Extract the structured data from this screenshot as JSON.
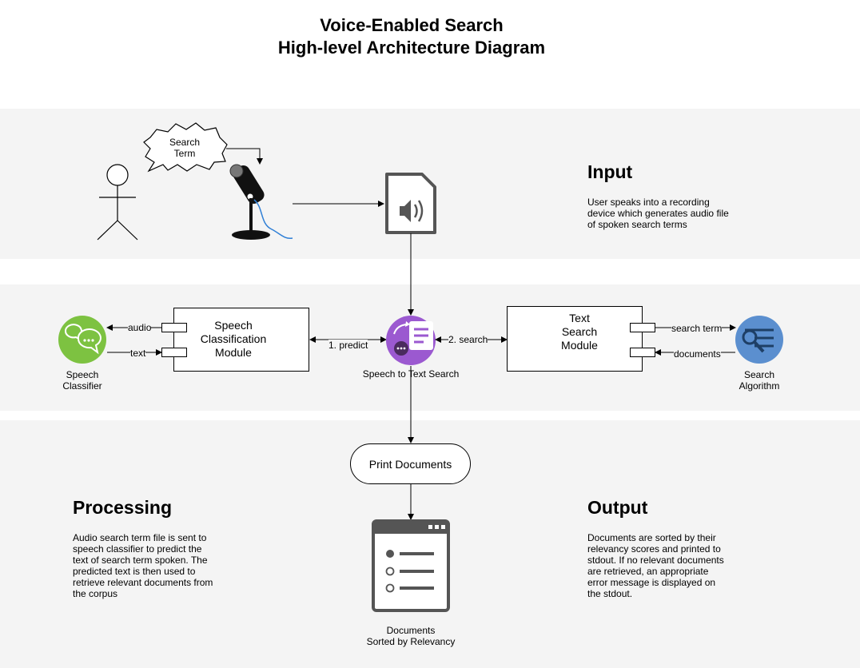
{
  "header": {
    "title_line1": "Voice-Enabled Search",
    "title_line2": "High-level Architecture Diagram"
  },
  "input": {
    "heading": "Input",
    "description": "User speaks into a recording\ndevice which generates audio file\nof spoken search terms",
    "bubble_text": "Search\nTerm"
  },
  "nodes": {
    "speech_classifier_label": "Speech\nClassifier",
    "speech_module_label": "Speech\nClassification\nModule",
    "center_label": "Speech to Text Search",
    "text_module_label": "Text\nSearch\nModule",
    "search_algorithm_label": "Search\nAlgorithm",
    "print_documents": "Print Documents",
    "documents_label": "Documents\nSorted by Relevancy"
  },
  "edges": {
    "audio": "audio",
    "text": "text",
    "predict": "1. predict",
    "search": "2. search",
    "search_term": "search term",
    "documents": "documents"
  },
  "processing": {
    "heading": "Processing",
    "description": "Audio search term file is sent to\nspeech classifier to predict the\ntext of search term spoken. The\npredicted text is then used to\nretrieve relevant documents from\nthe corpus"
  },
  "output": {
    "heading": "Output",
    "description": "Documents are sorted by their\nrelevancy scores and printed to\nstdout. If no relevant documents\nare retrieved, an appropriate\nerror message is displayed on\nthe stdout."
  },
  "colors": {
    "band": "#f4f4f4",
    "classifier_green": "#7dc241",
    "center_purple": "#9b59d0",
    "algorithm_blue": "#5b8fcf",
    "cable_blue": "#2f7fd6"
  }
}
